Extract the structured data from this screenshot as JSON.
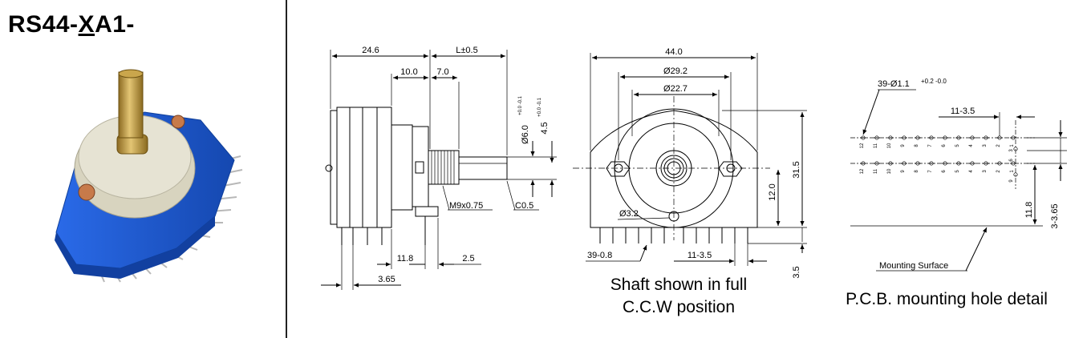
{
  "title": {
    "prefix": "RS44-",
    "underlined": "X",
    "suffix": "A1-"
  },
  "side_view": {
    "dims": {
      "d_24_6": "24.6",
      "d_L": "L±0.5",
      "d_10": "10.0",
      "d_7": "7.0",
      "d_6": "Ø6.0",
      "d_6_tol": "+0.0 -0.1",
      "d_4_5": "4.5",
      "d_4_5_tol": "+0.0 -0.1",
      "thread": "M9x0.75",
      "chamfer": "C0.5",
      "d_11_8": "11.8",
      "d_2_5": "2.5",
      "d_3_65": "3.65"
    }
  },
  "front_view": {
    "dims": {
      "d_44": "44.0",
      "d_29_2": "Ø29.2",
      "d_22_7": "Ø22.7",
      "d_31_5": "31.5",
      "d_12": "12.0",
      "d_3_2": "Ø3.2",
      "pins": "39-0.8",
      "pitch": "11-3.5",
      "d_3_5": "3.5"
    },
    "caption_line1": "Shaft shown in full",
    "caption_line2": "C.C.W position"
  },
  "pcb_view": {
    "dims": {
      "holes": "39-Ø1.1",
      "holes_tol": "+0.2 -0.0",
      "pitch": "11-3.5",
      "d_11_8": "11.8",
      "d_3_365": "3-3.65"
    },
    "mounting_label": "Mounting Surface",
    "pin_numbers": [
      "12",
      "11",
      "10",
      "9",
      "8",
      "7",
      "6",
      "5",
      "4",
      "3",
      "2",
      "1"
    ],
    "side_numbers": [
      "3",
      "6",
      "9"
    ],
    "caption": "P.C.B. mounting hole detail"
  },
  "colors": {
    "housing_blue": "#1e5fd6",
    "cap_beige": "#dcd9c6",
    "brass": "#c9a24a",
    "screw_copper": "#c77a4a"
  }
}
